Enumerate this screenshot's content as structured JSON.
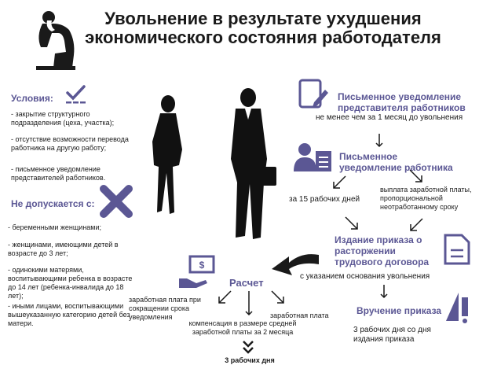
{
  "title": "Увольнение в результате ухудшения экономического состояния работодателя",
  "conditions": {
    "heading": "Условия:",
    "items": [
      "-   закрытие структурного подразделения (цеха, участка);",
      "- отсутствие возможности перевода работника на другую работу;",
      "- письменное уведомление представителей работников."
    ]
  },
  "not_allowed": {
    "heading": "Не допускается с:",
    "items": [
      "- беременными женщинами;",
      "- женщинами, имеющими детей в возрасте до 3 лет;",
      "- одинокими матерями, воспитывающими ребенка в возрасте до 14 лет (ребенка-инвалида до 18 лет);",
      "- иными лицами, воспитывающими вышеуказанную категорию детей без матери."
    ]
  },
  "notice_reps": {
    "heading": "Письменное уведомление представителя работников",
    "detail": "не менее чем за 1 месяц до увольнения"
  },
  "notice_worker": {
    "heading": "Письменное уведомление работника",
    "option_a": "за 15 рабочих дней",
    "option_b": "выплата заработной платы, пропорциональной неотработанному сроку"
  },
  "order": {
    "heading": "Издание приказа о расторжении трудового договора",
    "detail": "с указанием основания увольнения"
  },
  "delivery": {
    "heading": "Вручение приказа",
    "detail": "3 рабочих дня со дня издания приказа"
  },
  "settlement": {
    "heading": "Расчет",
    "left": "заработная плата при сокращении срока уведомления",
    "middle": "компенсация в размере средней заработной платы за 2 месяца",
    "right": "заработная плата",
    "bottom": "3 рабочих дня"
  },
  "colors": {
    "accent": "#5b5794",
    "text": "#1a1a1a",
    "icon": "#4a4a4a"
  }
}
